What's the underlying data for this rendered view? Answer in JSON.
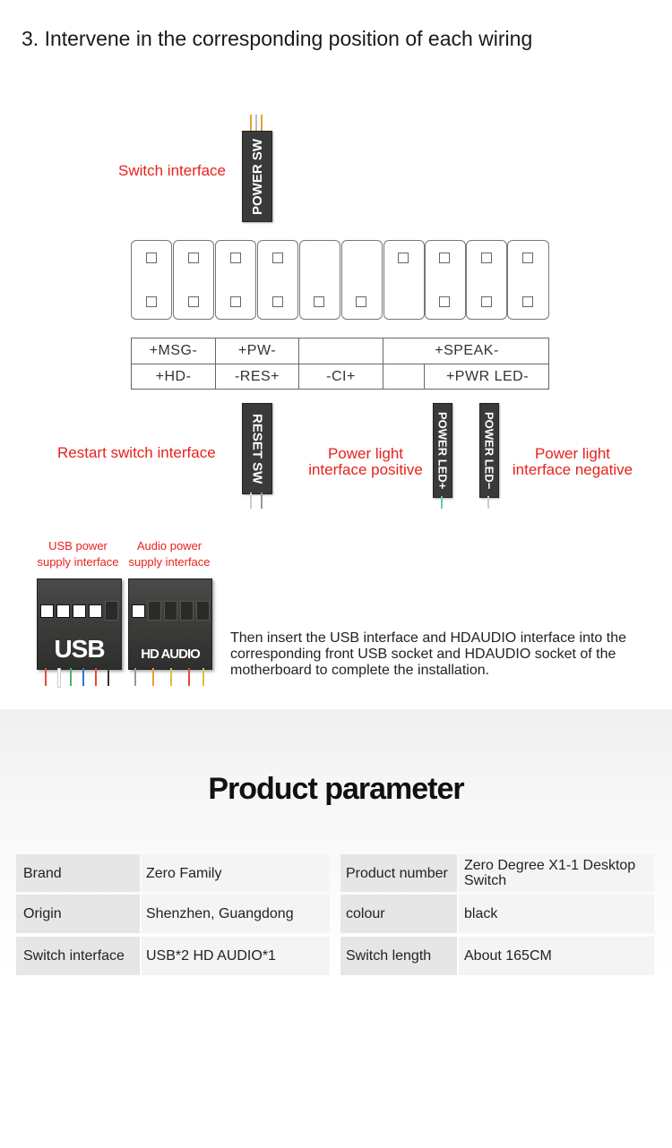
{
  "step_title": "3. Intervene in the corresponding position of each wiring",
  "labels": {
    "switch_interface": "Switch interface",
    "restart_switch": "Restart switch interface",
    "power_light_positive": [
      "Power light",
      "interface positive"
    ],
    "power_light_negative": [
      "Power light",
      "interface negative"
    ],
    "usb_power": [
      "USB power",
      "supply interface"
    ],
    "audio_power": [
      "Audio power",
      "supply interface"
    ]
  },
  "cables": {
    "power_sw": "POWER SW",
    "reset_sw": "RESET SW",
    "power_led_plus": "POWER LED+",
    "power_led_minus": "POWER LED−"
  },
  "pin_labels": {
    "row1": [
      "+MSG-",
      "+PW-",
      "",
      "+SPEAK-"
    ],
    "row2": [
      "+HD-",
      "-RES+",
      "-CI+",
      "",
      "+PWR LED-"
    ]
  },
  "plugs": {
    "usb": "USB",
    "hdaudio": "HD AUDIO"
  },
  "note": "Then insert the USB interface and HDAUDIO interface into the corresponding front USB socket and HDAUDIO socket of the motherboard to complete the installation.",
  "param_title": "Product parameter",
  "params_left": [
    {
      "key": "Brand",
      "value": "Zero Family"
    },
    {
      "key": "Origin",
      "value": "Shenzhen, Guangdong"
    },
    {
      "key": "Switch interface",
      "value": "USB*2 HD AUDIO*1"
    }
  ],
  "params_right": [
    {
      "key": "Product number",
      "value": "Zero Degree X1-1 Desktop Switch"
    },
    {
      "key": "colour",
      "value": "black"
    },
    {
      "key": "Switch length",
      "value": "About 165CM"
    }
  ],
  "colors": {
    "accent_red": "#e8211c",
    "cable_dark": "#3a3a3a"
  }
}
